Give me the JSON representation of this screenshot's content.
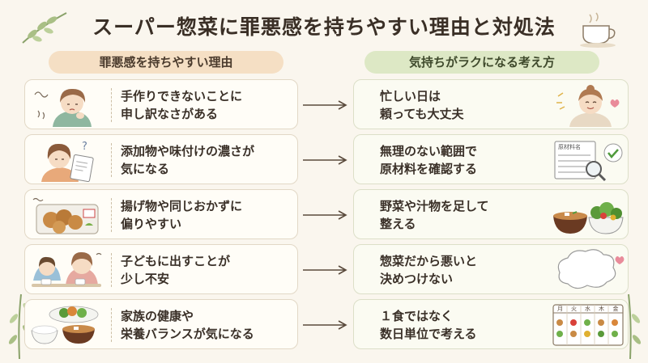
{
  "title": "スーパー惣菜に罪悪感を持ちやすい理由と対処法",
  "left_header": "罪悪感を持ちやすい理由",
  "right_header": "気持ちがラクになる考え方",
  "rows": [
    {
      "reason": "手作りできないことに\n申し訳なさがある",
      "solution": "忙しい日は\n頼っても大丈夫"
    },
    {
      "reason": "添加物や味付けの濃さが\n気になる",
      "solution": "無理のない範囲で\n原材料を確認する"
    },
    {
      "reason": "揚げ物や同じおかずに\n偏りやすい",
      "solution": "野菜や汁物を足して\n整える"
    },
    {
      "reason": "子どもに出すことが\n少し不安",
      "solution": "惣菜だから悪いと\n決めつけない"
    },
    {
      "reason": "家族の健康や\n栄養バランスが気になる",
      "solution": "１食ではなく\n数日単位で考える"
    }
  ],
  "label_sheet": {
    "heading": "原材料名"
  },
  "calendar_days": [
    "月",
    "火",
    "水",
    "木",
    "金"
  ],
  "colors": {
    "left_header_bg": "#f5dfc4",
    "right_header_bg": "#dde8c5",
    "accent_green": "#4f9a3c",
    "arrow": "#5a4a3c"
  }
}
